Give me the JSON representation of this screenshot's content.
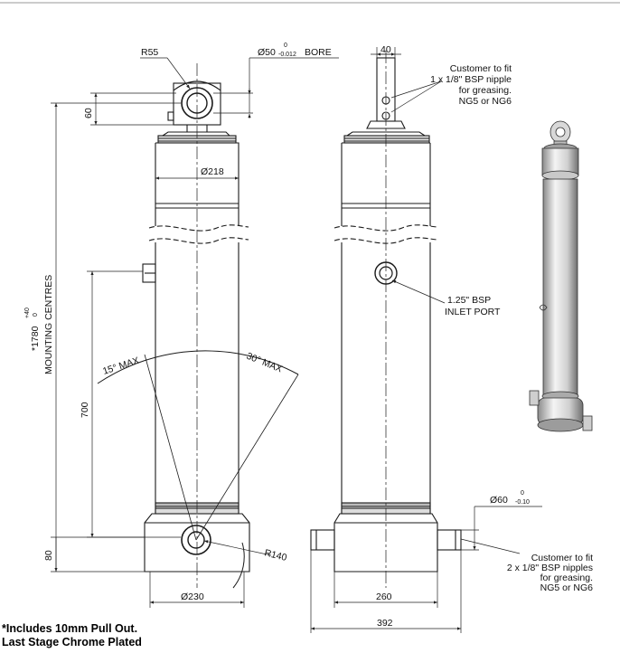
{
  "labels": {
    "r55": "R55",
    "bore_dia": "Ø50",
    "bore_tol_upper": "0",
    "bore_tol_lower": "-0.012",
    "bore_word": "BORE",
    "dim_40": "40",
    "grease_top": [
      "Customer to fit",
      "1 x 1/8\" BSP nipple",
      "for greasing.",
      "NG5 or NG6"
    ],
    "dim_60": "60",
    "dia_218": "Ø218",
    "mount_main": "*1780",
    "mount_tol_upper": "+40",
    "mount_tol_lower": "0",
    "mount_word": "MOUNTING CENTRES",
    "inlet": [
      "1.25\" BSP",
      "INLET PORT"
    ],
    "angle_15": "15° MAX",
    "angle_30": "30° MAX",
    "dim_700": "700",
    "pin_dia": "Ø60",
    "pin_tol_upper": "0",
    "pin_tol_lower": "-0.10",
    "dim_80": "80",
    "r140": "R140",
    "grease_bottom": [
      "Customer to fit",
      "2 x 1/8\" BSP nipples",
      "for greasing.",
      "NG5 or NG6"
    ],
    "dia_230": "Ø230",
    "dim_260": "260",
    "dim_392": "392"
  },
  "notes": {
    "line1": "*Includes 10mm Pull Out.",
    "line2": "Last Stage Chrome Plated"
  },
  "colors": {
    "line": "#1a1a1a",
    "dim": "#222222",
    "shade": "#9a9a9a"
  }
}
